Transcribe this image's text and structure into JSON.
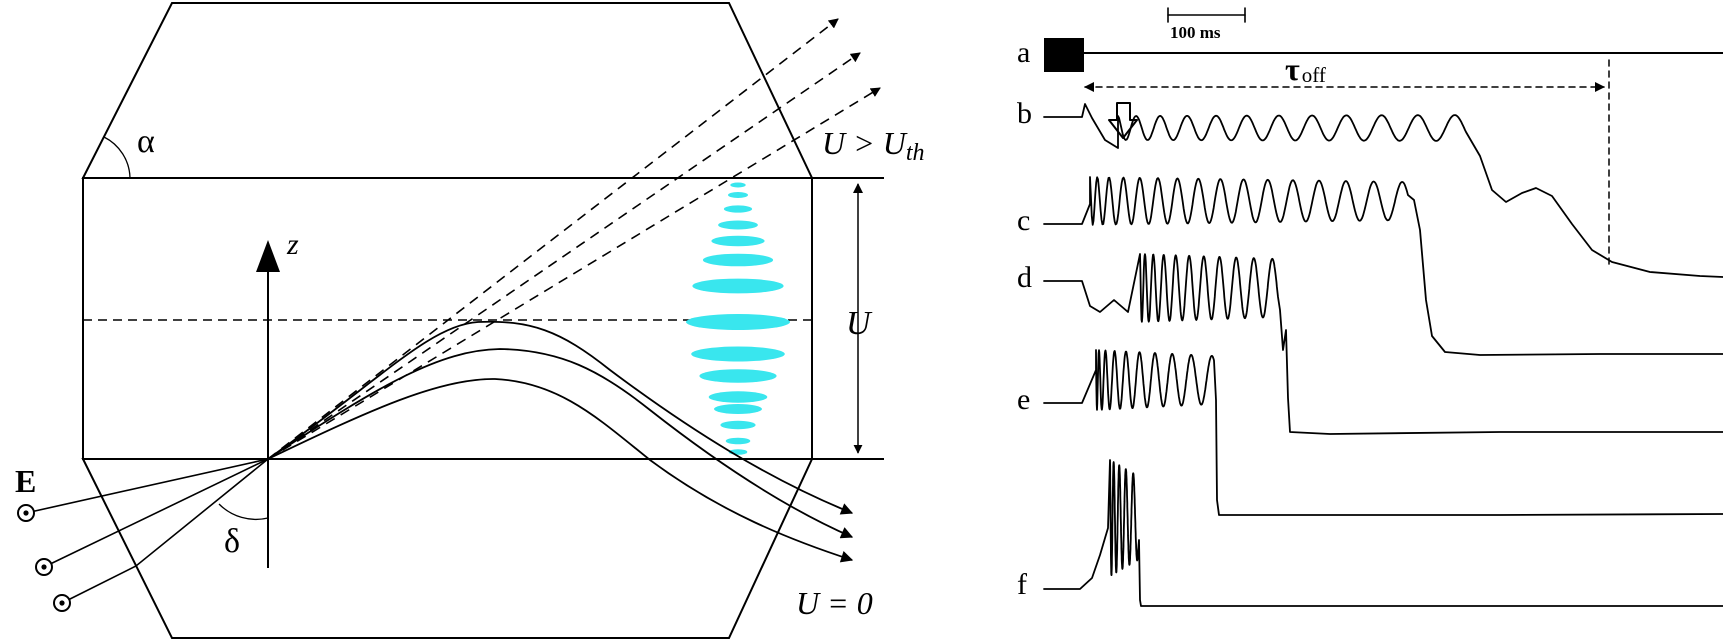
{
  "left_panel": {
    "angle_alpha": "α",
    "angle_delta": "δ",
    "axis_z": "z",
    "field_E": "E",
    "label_U": "U",
    "label_U_gt": "U > U",
    "label_th_sub": "th",
    "label_U0": "U = 0",
    "beam_color": "#39e6ee"
  },
  "right_panel": {
    "scale_label": "100 ms",
    "tau_symbol": "τ",
    "tau_sub": "off",
    "traces": [
      {
        "label": "a"
      },
      {
        "label": "b"
      },
      {
        "label": "c"
      },
      {
        "label": "d"
      },
      {
        "label": "e"
      },
      {
        "label": "f"
      }
    ]
  }
}
